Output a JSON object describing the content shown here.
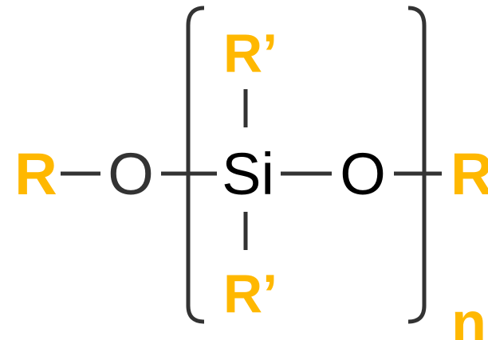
{
  "colors": {
    "substituent": "#FFB800",
    "backbone": "#333333"
  },
  "formula": {
    "left_group": "R",
    "left_oxygen": "O",
    "silicon": "Si",
    "chain_oxygen": "O",
    "right_group": "R",
    "top_substituent": "R’",
    "bottom_substituent": "R’",
    "repeat_subscript": "n"
  }
}
